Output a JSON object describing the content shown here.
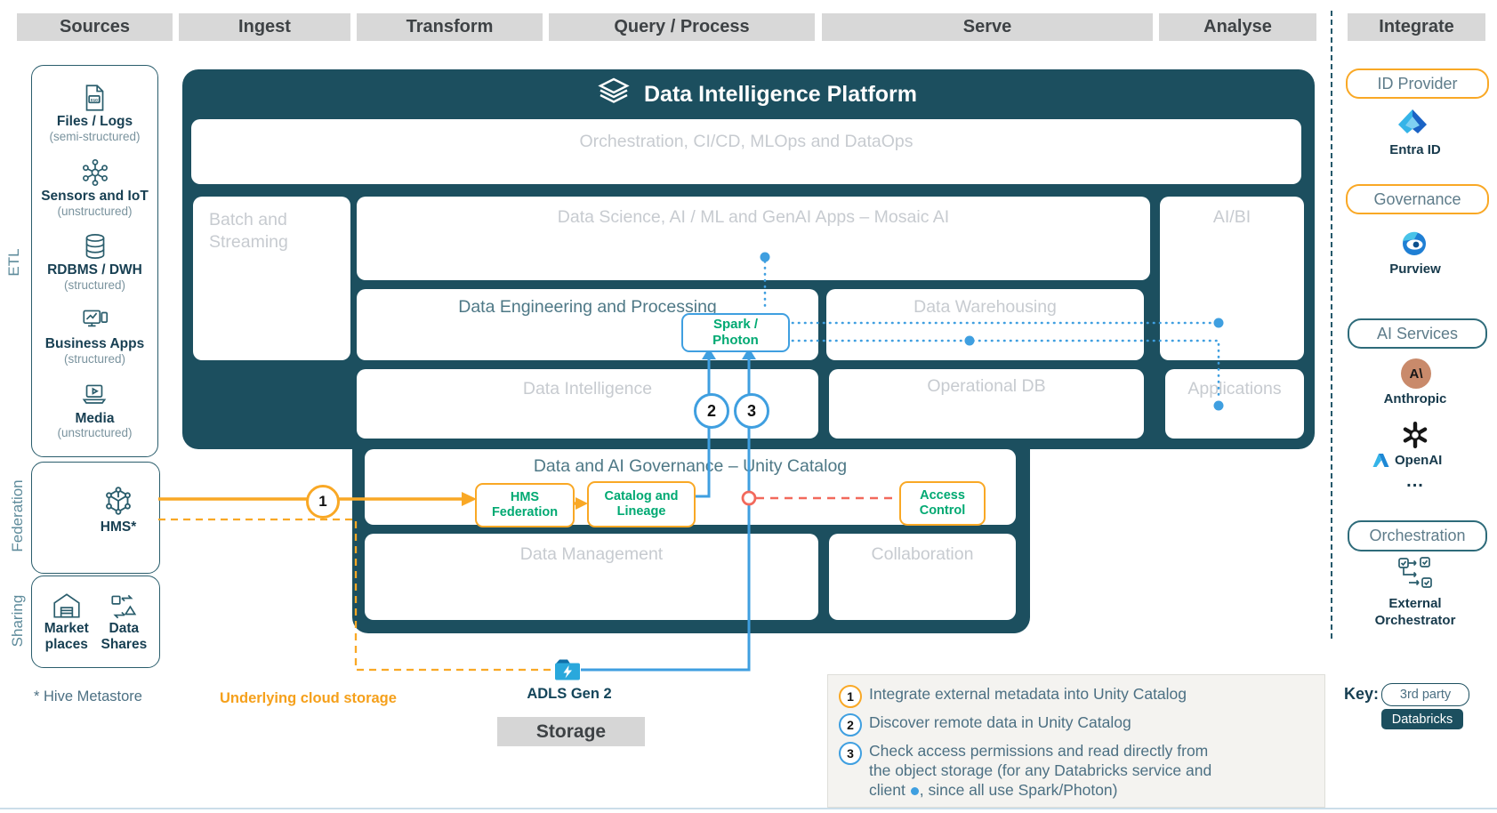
{
  "colors": {
    "teal": "#1C4F5F",
    "orange": "#F9A825",
    "blue": "#3F9FE0",
    "green": "#00A972",
    "red": "#F2695C",
    "header_gray": "#D8D8D8",
    "light_text": "#C7CBD0",
    "slate": "#4E7886",
    "navy": "#173F52"
  },
  "headers": [
    "Sources",
    "Ingest",
    "Transform",
    "Query / Process",
    "Serve",
    "Analyse",
    "Integrate"
  ],
  "side_labels": {
    "etl": "ETL",
    "federation": "Federation",
    "sharing": "Sharing"
  },
  "sources": {
    "items": [
      {
        "label": "Files / Logs",
        "sub": "(semi-structured)"
      },
      {
        "label": "Sensors and IoT",
        "sub": "(unstructured)"
      },
      {
        "label": "RDBMS / DWH",
        "sub": "(structured)"
      },
      {
        "label": "Business Apps",
        "sub": "(structured)"
      },
      {
        "label": "Media",
        "sub": "(unstructured)"
      }
    ]
  },
  "federation": {
    "label": "HMS*"
  },
  "sharing": {
    "items": [
      {
        "line1": "Market",
        "line2": "places"
      },
      {
        "line1": "Data",
        "line2": "Shares"
      }
    ]
  },
  "footnote": "* Hive Metastore",
  "platform": {
    "title": "Data Intelligence Platform",
    "orchestration": "Orchestration, CI/CD, MLOps and DataOps",
    "batch_line1": "Batch and",
    "batch_line2": "Streaming",
    "data_science": "Data Science, AI / ML and GenAI Apps – Mosaic AI",
    "aibi": "AI/BI",
    "data_engineering": "Data Engineering and Processing",
    "spark_line1": "Spark /",
    "spark_line2": "Photon",
    "data_warehousing": "Data Warehousing",
    "data_intelligence": "Data Intelligence",
    "operational_db": "Operational DB",
    "applications": "Applications",
    "governance_title": "Data and AI Governance – Unity Catalog",
    "hms_federation_line1": "HMS",
    "hms_federation_line2": "Federation",
    "catalog_lineage_line1": "Catalog and",
    "catalog_lineage_line2": "Lineage",
    "access_control_line1": "Access",
    "access_control_line2": "Control",
    "data_management": "Data Management",
    "collaboration": "Collaboration"
  },
  "storage": {
    "adls_label": "ADLS Gen 2",
    "header": "Storage",
    "underlying": "Underlying cloud storage"
  },
  "markers": {
    "m1": "1",
    "m2": "2",
    "m3": "3"
  },
  "integrate": {
    "id_provider": "ID Provider",
    "entra": "Entra ID",
    "governance": "Governance",
    "purview": "Purview",
    "ai_services": "AI Services",
    "anthropic": "Anthropic",
    "anthropic_glyph": "A\\",
    "openai": "OpenAI",
    "more": "...",
    "orchestration": "Orchestration",
    "external_line1": "External",
    "external_line2": "Orchestrator"
  },
  "legend": {
    "item1": "Integrate external metadata into Unity Catalog",
    "item2": "Discover remote data in Unity Catalog",
    "item3_line1": "Check access permissions and read directly from",
    "item3_line2": "the object storage (for any Databricks service and",
    "item3_line3_pre": "client",
    "item3_line3_post": ", since all use Spark/Photon)"
  },
  "key": {
    "label": "Key:",
    "third_party": "3rd party",
    "databricks": "Databricks"
  }
}
